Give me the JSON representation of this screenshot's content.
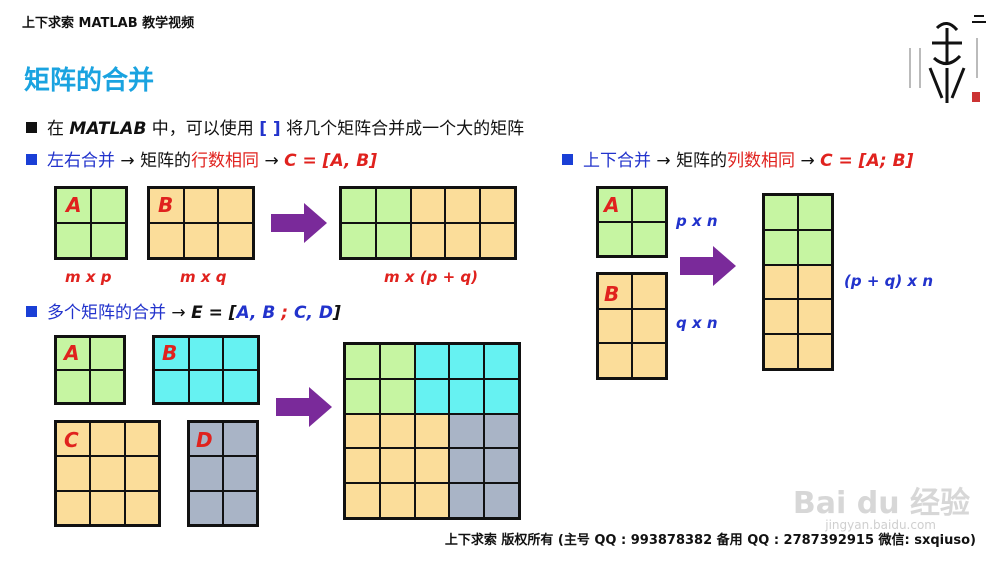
{
  "header": {
    "label": "上下求索 MATLAB 教学视频"
  },
  "title": "矩阵的合并",
  "bullets": {
    "intro": {
      "a": "在 ",
      "b": "MATLAB",
      "c": " 中，可以使用 ",
      "d": "[ ]",
      "e": " 将几个矩阵合并成一个大的矩阵"
    },
    "lr": {
      "a": "左右合并",
      "b": "矩阵的",
      "c": "行数相同",
      "d": "C = [A, B]"
    },
    "ud": {
      "a": "上下合并",
      "b": "矩阵的",
      "c": "列数相同",
      "d": "C = [A; B]"
    },
    "multi": {
      "a": "多个矩阵的合并",
      "b": "E = [",
      "c": "A, B",
      "d": " ; ",
      "e": "C, D",
      "f": "]"
    }
  },
  "arrow_glyph": "→",
  "matrices": {
    "A": "A",
    "B": "B",
    "C": "C",
    "D": "D"
  },
  "dims": {
    "mxp": "m x p",
    "mxq": "m x q",
    "mxpq": "m x (p + q)",
    "pxn": "p x n",
    "qxn": "q x n",
    "pqxn": "(p + q) x n"
  },
  "footer": "上下求索  版权所有 (主号 QQ : 993878382   备用 QQ : 2787392915   微信: sxqiuso)",
  "watermark": {
    "main": "Bai du 经验",
    "sub": "jingyan.baidu.com"
  },
  "colors": {
    "green": "#c6f5a2",
    "yellow": "#fbdd9a",
    "cyan": "#66f2f2",
    "gray": "#a9b4c6",
    "arrow": "#7a2a9a",
    "title": "#1aa3e0"
  }
}
